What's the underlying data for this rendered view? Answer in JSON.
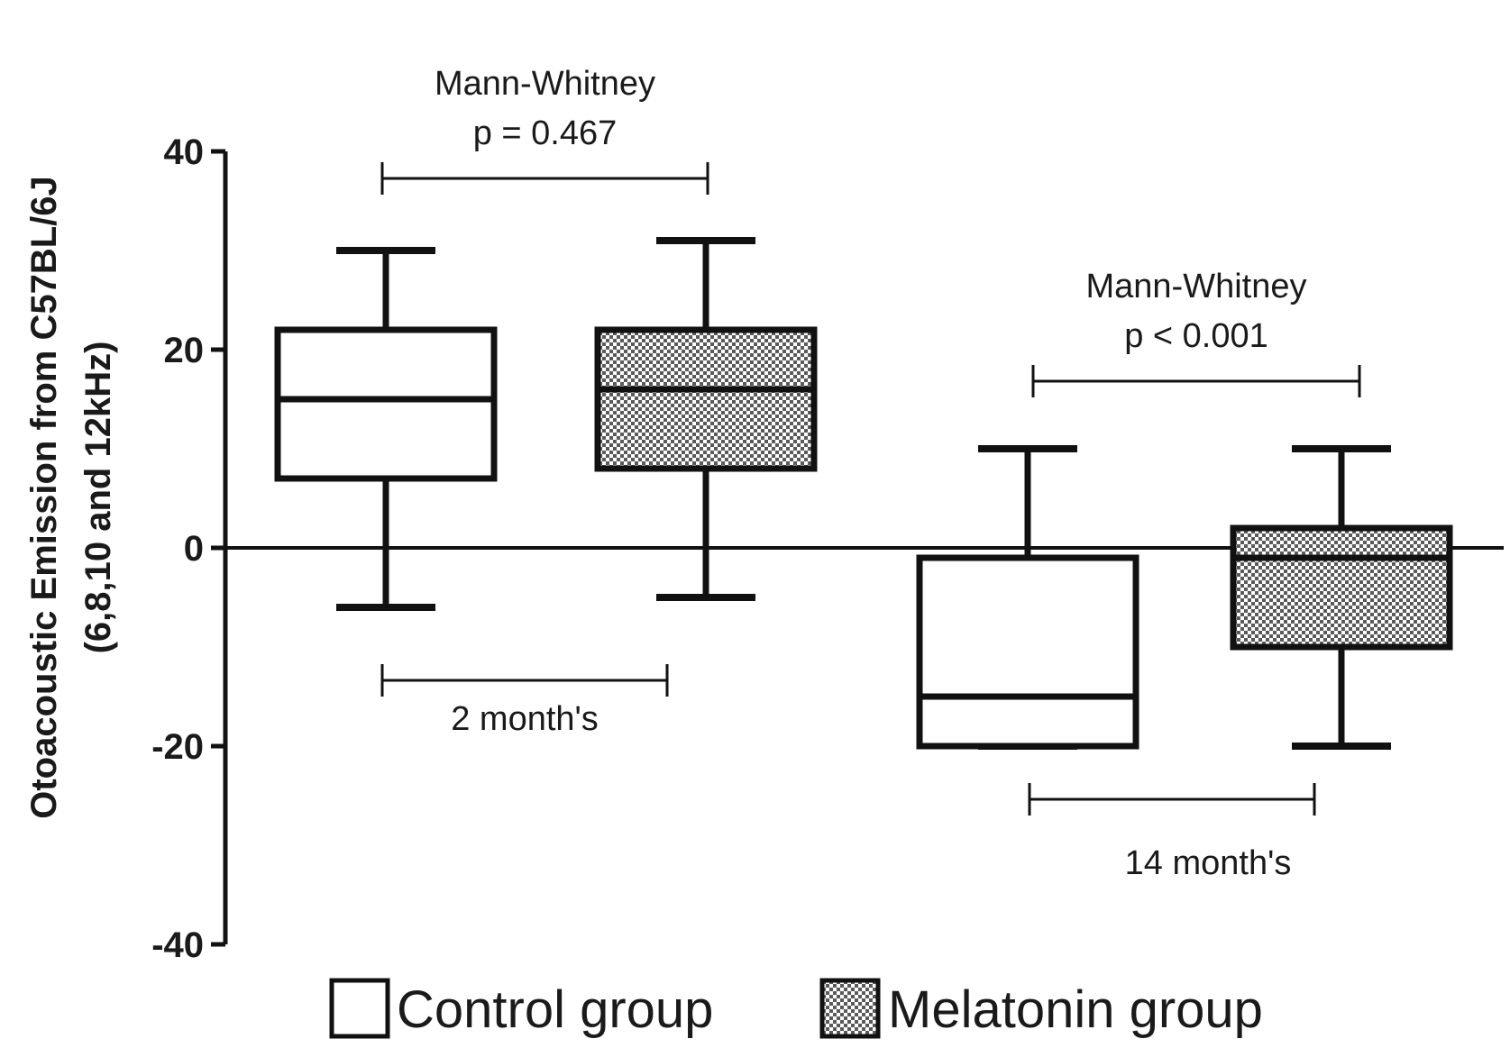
{
  "chart_data": {
    "type": "box",
    "ylabel_lines": [
      "Otoacoustic Emission from C57BL/6J",
      "(6,8,10 and 12kHz)"
    ],
    "ylim": [
      -40,
      40
    ],
    "yticks": [
      40,
      20,
      0,
      -20,
      -40
    ],
    "ytick_labels": [
      "40",
      "20",
      "0",
      "-20",
      "-40"
    ],
    "groups": [
      {
        "label": "2 month's",
        "test_label": "Mann-Whitney",
        "p_label": "p = 0.467",
        "boxes": [
          {
            "series": "Control group",
            "min": -6,
            "q1": 7,
            "median": 15,
            "q3": 22,
            "max": 30
          },
          {
            "series": "Melatonin group",
            "min": -5,
            "q1": 8,
            "median": 16,
            "q3": 22,
            "max": 31
          }
        ]
      },
      {
        "label": "14 month's",
        "test_label": "Mann-Whitney",
        "p_label": "p < 0.001",
        "boxes": [
          {
            "series": "Control group",
            "min": -20,
            "q1": -20,
            "median": -15,
            "q3": -1,
            "max": 10
          },
          {
            "series": "Melatonin group",
            "min": -20,
            "q1": -10,
            "median": -1,
            "q3": 2,
            "max": 10
          }
        ]
      }
    ],
    "legend": [
      {
        "name": "Control group",
        "fill": "plain"
      },
      {
        "name": "Melatonin group",
        "fill": "checkered"
      }
    ],
    "zero_line": true,
    "colors": {
      "line": "#111111",
      "background": "#ffffff",
      "checker_dark": "#5a5a5a",
      "checker_light": "#ffffff"
    }
  }
}
